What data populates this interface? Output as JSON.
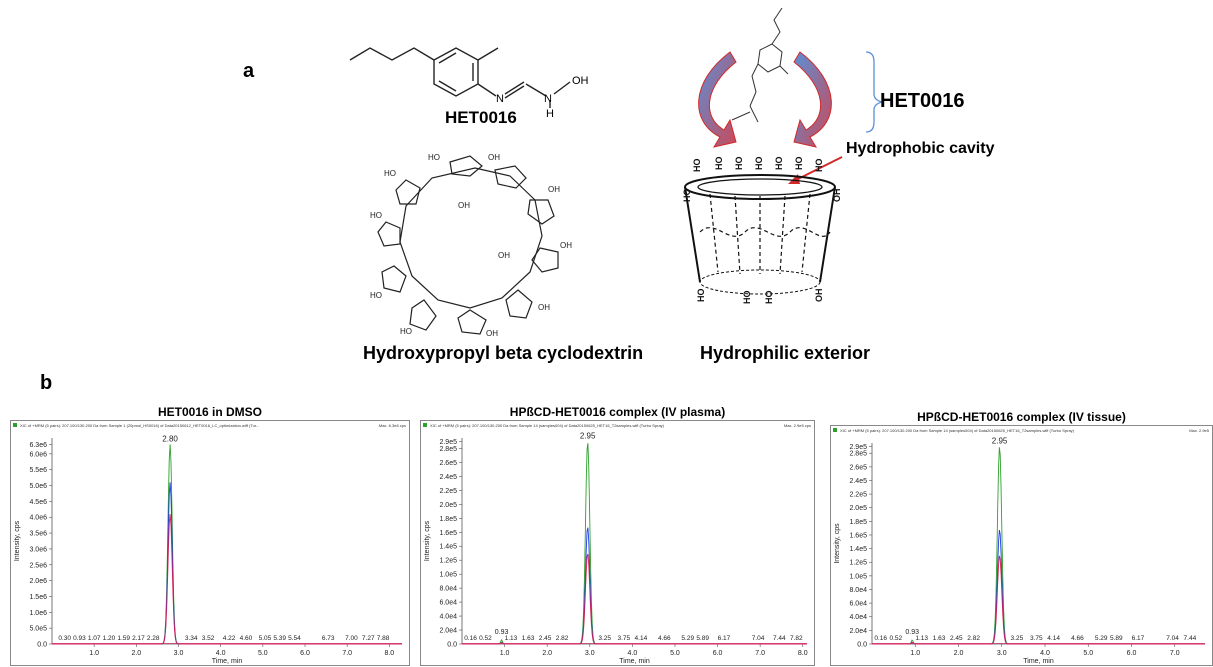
{
  "figure": {
    "panel_a": "a",
    "panel_b": "b",
    "molecules": {
      "het_label": "HET0016",
      "cd_label": "Hydroxypropyl beta cyclodextrin",
      "exterior_label": "Hydrophilic exterior",
      "cavity_label": "Hydrophobic cavity",
      "guest_label": "HET0016"
    },
    "colors": {
      "green": "#2ca02c",
      "blue": "#1f3fdc",
      "red": "#d0205a",
      "arrow_blue": "#5b8fd6",
      "arrow_red": "#d22a2a"
    }
  },
  "chart_data": [
    {
      "type": "line",
      "title": "HET0016 in DMSO",
      "header": "XIC of +MRM (5 pairs): 207.100/130.200 Da  from Sample 1 (20pmol_HS0016) of Data20150612_HET0016_LC_optimization.wiff (Tur...",
      "maxlabel": "Max. 6.3e6 cps",
      "xlabel": "Time, min",
      "ylabel": "Intensity, cps",
      "xlim": [
        0,
        8.3
      ],
      "xticks": [
        1.0,
        2.0,
        3.0,
        4.0,
        5.0,
        6.0,
        7.0,
        8.0
      ],
      "xtick_labels": [
        "1.0",
        "2.0",
        "3.0",
        "4.0",
        "5.0",
        "6.0",
        "7.0",
        "8.0"
      ],
      "ylim": [
        0,
        6.5
      ],
      "yticks": [
        0,
        0.5,
        1.0,
        1.5,
        2.0,
        2.5,
        3.0,
        3.5,
        4.0,
        4.5,
        5.0,
        5.5,
        6.0,
        6.3
      ],
      "ytick_labels": [
        "0.0",
        "5.0e5",
        "1.0e6",
        "1.5e6",
        "2.0e6",
        "2.5e6",
        "3.0e6",
        "3.5e6",
        "4.0e6",
        "4.5e6",
        "5.0e6",
        "5.5e6",
        "6.0e6",
        "6.3e6"
      ],
      "peak_label": "2.80",
      "peak_x": 2.8,
      "series": [
        {
          "color": "#2ca02c",
          "peak": 6.3
        },
        {
          "color": "#1f3fdc",
          "peak": 5.1
        },
        {
          "color": "#d0205a",
          "peak": 4.1
        }
      ],
      "minor_labels": [
        {
          "x": 0.3,
          "text": "0.30"
        },
        {
          "x": 0.65,
          "text": "0.93"
        },
        {
          "x": 1.0,
          "text": "1.07"
        },
        {
          "x": 1.35,
          "text": "1.20"
        },
        {
          "x": 1.7,
          "text": "1.59"
        },
        {
          "x": 2.05,
          "text": "2.17"
        },
        {
          "x": 2.4,
          "text": "2.28"
        },
        {
          "x": 3.3,
          "text": "3.34"
        },
        {
          "x": 3.7,
          "text": "3.52"
        },
        {
          "x": 4.2,
          "text": "4.22"
        },
        {
          "x": 4.6,
          "text": "4.60"
        },
        {
          "x": 5.05,
          "text": "5.05"
        },
        {
          "x": 5.4,
          "text": "5.39"
        },
        {
          "x": 5.75,
          "text": "5.54"
        },
        {
          "x": 6.55,
          "text": "6.73"
        },
        {
          "x": 7.1,
          "text": "7.00"
        },
        {
          "x": 7.5,
          "text": "7.27"
        },
        {
          "x": 7.85,
          "text": "7.88"
        }
      ]
    },
    {
      "type": "line",
      "title": "HPßCD-HET0016 complex (IV plasma)",
      "header": "XIC of +MRM (5 pairs): 207.100/130.200 Da  from Sample 14 (samples004) of Data20150625_HET16_T2samples.wiff (Turbo Spray)",
      "maxlabel": "Max. 2.9e5 cps",
      "xlabel": "Time, min",
      "ylabel": "Intensity, cps",
      "xlim": [
        0,
        8.1
      ],
      "xticks": [
        1.0,
        2.0,
        3.0,
        4.0,
        5.0,
        6.0,
        7.0,
        8.0
      ],
      "xtick_labels": [
        "1.0",
        "2.0",
        "3.0",
        "4.0",
        "5.0",
        "6.0",
        "7.0",
        "8.0"
      ],
      "ylim": [
        0,
        2.95
      ],
      "yticks": [
        0,
        0.2,
        0.4,
        0.6,
        0.8,
        1.0,
        1.2,
        1.4,
        1.6,
        1.8,
        2.0,
        2.2,
        2.4,
        2.6,
        2.8,
        2.9
      ],
      "ytick_labels": [
        "0.0",
        "2.0e4",
        "4.0e4",
        "6.0e4",
        "8.0e4",
        "1.0e5",
        "1.2e5",
        "1.4e5",
        "1.6e5",
        "1.8e5",
        "2.0e5",
        "2.2e5",
        "2.4e5",
        "2.6e5",
        "2.8e5",
        "2.9e5"
      ],
      "peak_label": "2.95",
      "peak_x": 2.95,
      "series": [
        {
          "color": "#2ca02c",
          "peak": 2.9
        },
        {
          "color": "#1f3fdc",
          "peak": 1.68
        },
        {
          "color": "#d0205a",
          "peak": 1.3
        }
      ],
      "small_peak": {
        "x": 0.93,
        "y": 0.06,
        "label": "0.93"
      },
      "minor_labels": [
        {
          "x": 0.2,
          "text": "0.16"
        },
        {
          "x": 0.55,
          "text": "0.52"
        },
        {
          "x": 1.15,
          "text": "1.13"
        },
        {
          "x": 1.55,
          "text": "1.63"
        },
        {
          "x": 1.95,
          "text": "2.45"
        },
        {
          "x": 2.35,
          "text": "2.82"
        },
        {
          "x": 3.35,
          "text": "3.25"
        },
        {
          "x": 3.8,
          "text": "3.75"
        },
        {
          "x": 4.2,
          "text": "4.14"
        },
        {
          "x": 4.75,
          "text": "4.66"
        },
        {
          "x": 5.3,
          "text": "5.29"
        },
        {
          "x": 5.65,
          "text": "5.89"
        },
        {
          "x": 6.15,
          "text": "6.17"
        },
        {
          "x": 6.95,
          "text": "7.04"
        },
        {
          "x": 7.45,
          "text": "7.44"
        },
        {
          "x": 7.85,
          "text": "7.82"
        }
      ]
    },
    {
      "type": "line",
      "title": "HPßCD-HET0016 complex (IV tissue)",
      "header": "XIC of +MRM (5 pairs): 207.100/130.200 Da  from Sample 14 (samples004) of Data20150625_HET16_T2samples.wiff (Turbo Spray)",
      "maxlabel": "Max. 2.9e5",
      "xlabel": "Time, min",
      "ylabel": "Intensity, cps",
      "xlim": [
        0,
        7.7
      ],
      "xticks": [
        1.0,
        2.0,
        3.0,
        4.0,
        5.0,
        6.0,
        7.0
      ],
      "xtick_labels": [
        "1.0",
        "2.0",
        "3.0",
        "4.0",
        "5.0",
        "6.0",
        "7.0"
      ],
      "ylim": [
        0,
        2.95
      ],
      "yticks": [
        0,
        0.2,
        0.4,
        0.6,
        0.8,
        1.0,
        1.2,
        1.4,
        1.6,
        1.8,
        2.0,
        2.2,
        2.4,
        2.6,
        2.8,
        2.9
      ],
      "ytick_labels": [
        "0.0",
        "2.0e4",
        "4.0e4",
        "6.0e4",
        "8.0e4",
        "1.0e5",
        "1.2e5",
        "1.4e5",
        "1.6e5",
        "1.8e5",
        "2.0e5",
        "2.2e5",
        "2.4e5",
        "2.6e5",
        "2.8e5",
        "2.9e5"
      ],
      "peak_label": "2.95",
      "peak_x": 2.95,
      "series": [
        {
          "color": "#2ca02c",
          "peak": 2.9
        },
        {
          "color": "#1f3fdc",
          "peak": 1.68
        },
        {
          "color": "#d0205a",
          "peak": 1.3
        }
      ],
      "small_peak": {
        "x": 0.93,
        "y": 0.06,
        "label": "0.93"
      },
      "minor_labels": [
        {
          "x": 0.2,
          "text": "0.16"
        },
        {
          "x": 0.55,
          "text": "0.52"
        },
        {
          "x": 1.15,
          "text": "1.13"
        },
        {
          "x": 1.55,
          "text": "1.63"
        },
        {
          "x": 1.95,
          "text": "2.45"
        },
        {
          "x": 2.35,
          "text": "2.82"
        },
        {
          "x": 3.35,
          "text": "3.25"
        },
        {
          "x": 3.8,
          "text": "3.75"
        },
        {
          "x": 4.2,
          "text": "4.14"
        },
        {
          "x": 4.75,
          "text": "4.66"
        },
        {
          "x": 5.3,
          "text": "5.29"
        },
        {
          "x": 5.65,
          "text": "5.89"
        },
        {
          "x": 6.15,
          "text": "6.17"
        },
        {
          "x": 6.95,
          "text": "7.04"
        },
        {
          "x": 7.35,
          "text": "7.44"
        }
      ]
    }
  ]
}
